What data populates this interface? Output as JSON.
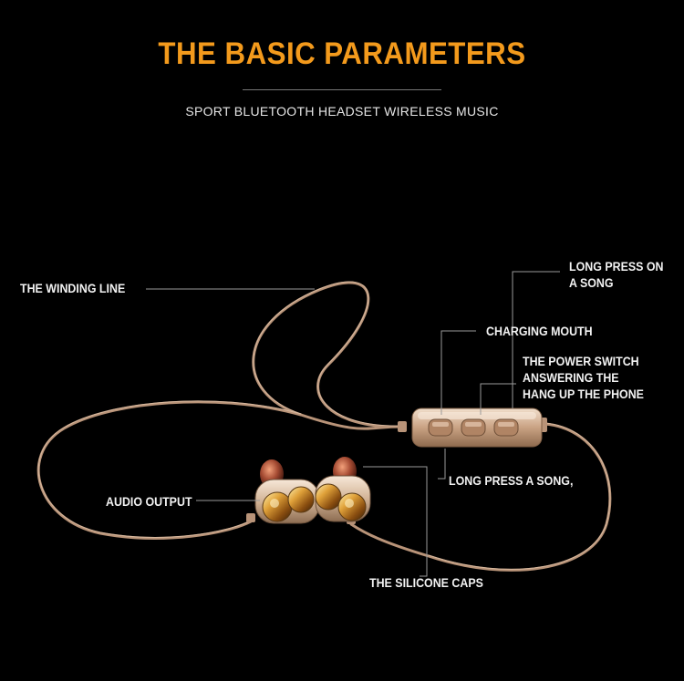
{
  "header": {
    "title": "THE BASIC PARAMETERS",
    "subtitle": "SPORT BLUETOOTH HEADSET WIRELESS MUSIC"
  },
  "callouts": {
    "winding_line": "THE WINDING LINE",
    "long_press_song_top_1": "LONG PRESS ON",
    "long_press_song_top_2": "A SONG",
    "charging_mouth": "CHARGING MOUTH",
    "power_switch_1": "THE POWER SWITCH",
    "power_switch_2": "ANSWERING THE",
    "power_switch_3": "HANG UP THE PHONE",
    "long_press_song_bottom": "LONG PRESS A SONG,",
    "audio_output": "AUDIO OUTPUT",
    "silicone_caps": "THE SILICONE CAPS"
  },
  "colors": {
    "title": "#f39a1c",
    "background": "#000000",
    "label": "#f2f2f2",
    "cable": "#b89378",
    "leader_line": "#9a9a9a"
  }
}
